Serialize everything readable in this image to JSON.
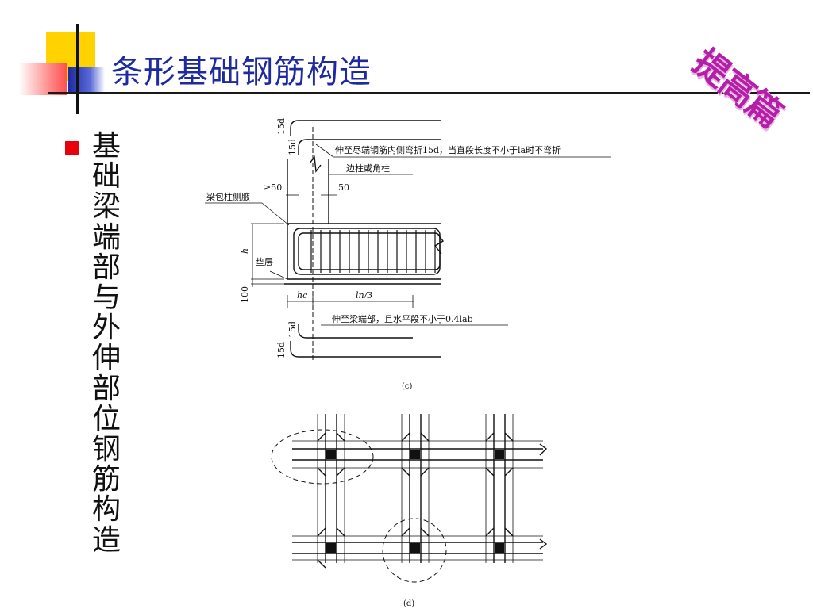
{
  "title": "条形基础钢筋构造",
  "badge": "提高篇",
  "vertical_text": "基础梁端部与外伸部位钢筋构造",
  "diagram_c": {
    "label_15d": "15d",
    "note_top": "伸至尽端钢筋内侧弯折15d，当直段长度不小于la时不弯折",
    "note_column": "边柱或角柱",
    "dim_ge50": "≥50",
    "dim_50": "50",
    "note_haunch": "梁包柱侧腋",
    "dim_h": "h",
    "note_cushion": "垫层",
    "dim_100": "100",
    "dim_hc": "hc",
    "dim_ln3": "ln/3",
    "note_bottom": "伸至梁端部，且水平段不小于0.4lab",
    "caption": "(c)"
  },
  "diagram_d": {
    "caption": "(d)"
  },
  "colors": {
    "title": "#1e2aa0",
    "badge": "#b51ea6",
    "bullet": "#e8000b",
    "deco_yellow": "#ffd200",
    "deco_blue": "#1e2aa0",
    "deco_red": "#ff7070"
  }
}
